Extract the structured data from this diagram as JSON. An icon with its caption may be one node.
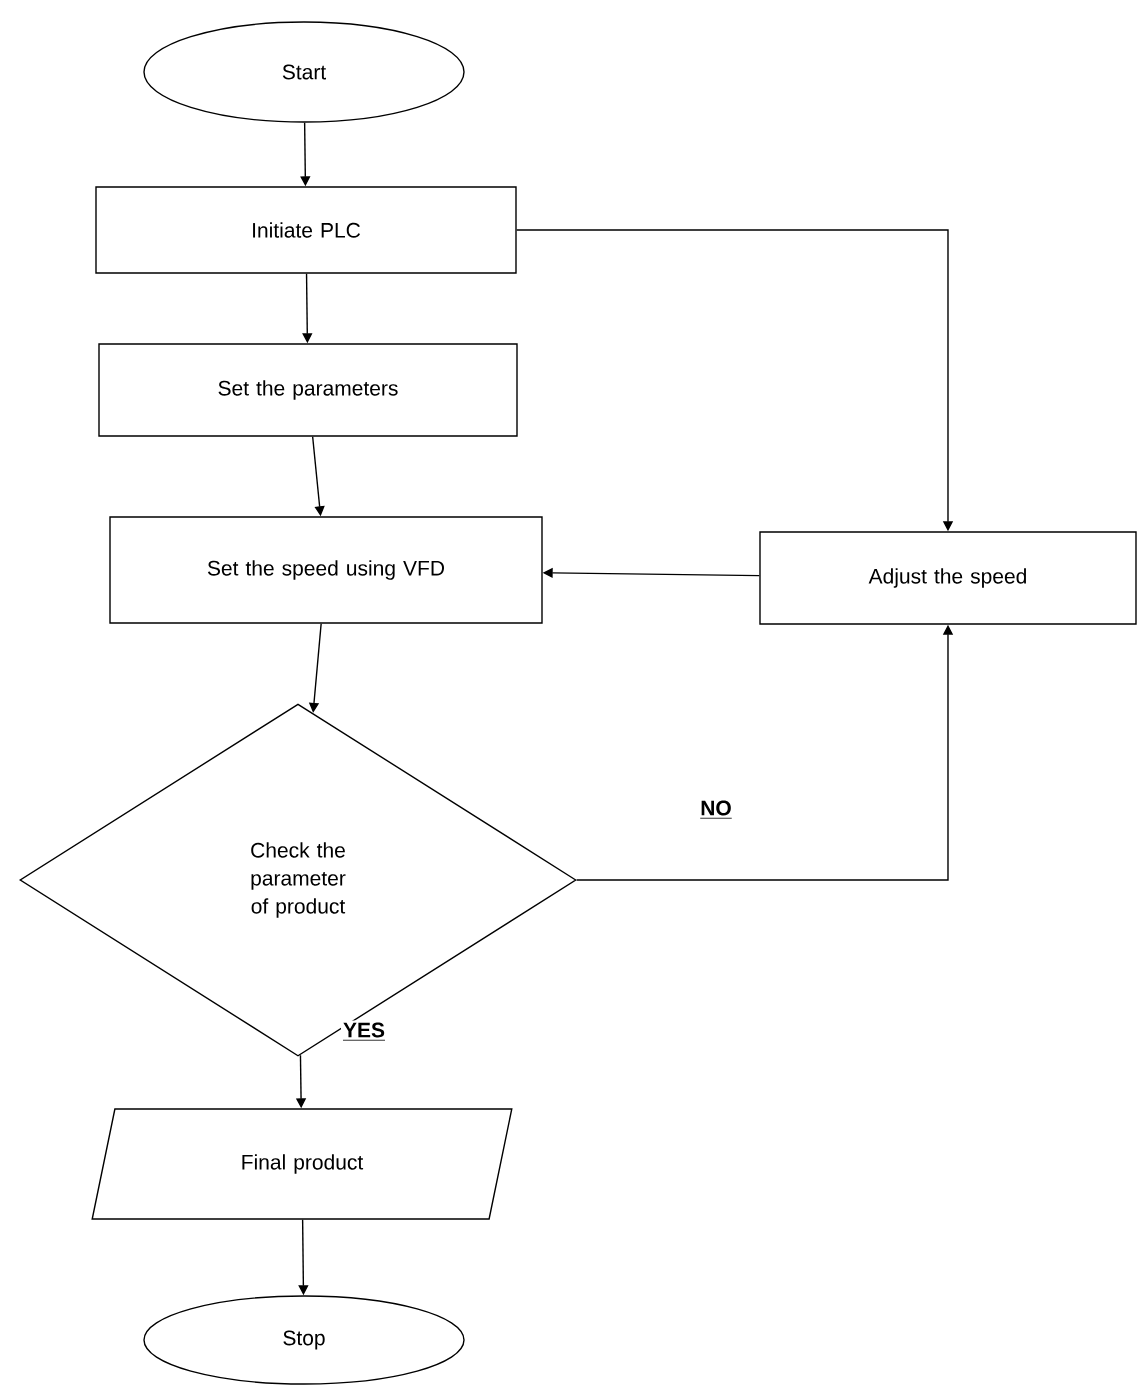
{
  "diagram": {
    "nodes": [
      {
        "text": [
          "Start"
        ]
      },
      {
        "text": [
          "Initiate PLC"
        ]
      },
      {
        "text": [
          "Set the parameters"
        ]
      },
      {
        "text": [
          "Set the speed using VFD"
        ]
      },
      {
        "text": [
          "Adjust the speed"
        ]
      },
      {
        "text": [
          "Check the parameter of product"
        ]
      },
      {
        "text": [
          "Final product"
        ]
      },
      {
        "text": [
          "Stop"
        ]
      }
    ],
    "edges": [
      {
        "from": 0,
        "to": 1,
        "arrow": "to"
      },
      {
        "from": 1,
        "to": 2,
        "arrow": "to"
      },
      {
        "from": 2,
        "to": 3,
        "arrow": "to"
      },
      {
        "from": 1,
        "to": 4,
        "arrow": "to"
      },
      {
        "from": 4,
        "to": 3,
        "arrow": "to"
      },
      {
        "from": 3,
        "to": 5,
        "arrow": "to"
      },
      {
        "from": 5,
        "to": 4,
        "arrow": "to",
        "label": "NO"
      },
      {
        "from": 5,
        "to": 6,
        "arrow": "to",
        "label": "YES"
      },
      {
        "from": 6,
        "to": 7,
        "arrow": "to"
      }
    ]
  }
}
